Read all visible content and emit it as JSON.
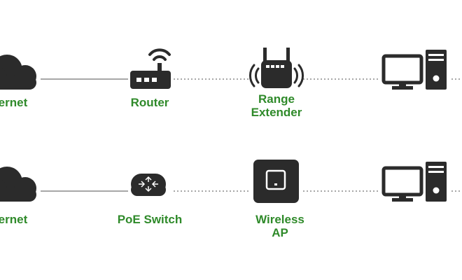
{
  "colors": {
    "icon": "#2b2b2b",
    "label": "#2f8a2a",
    "link": "#8a8a8a"
  },
  "rows": [
    {
      "internet_label": "ternet",
      "middle_label": "Router",
      "third_label_line1": "Range",
      "third_label_line2": "Extender"
    },
    {
      "internet_label": "ternet",
      "middle_label": "PoE Switch",
      "third_label_line1": "Wireless",
      "third_label_line2": "AP"
    }
  ]
}
